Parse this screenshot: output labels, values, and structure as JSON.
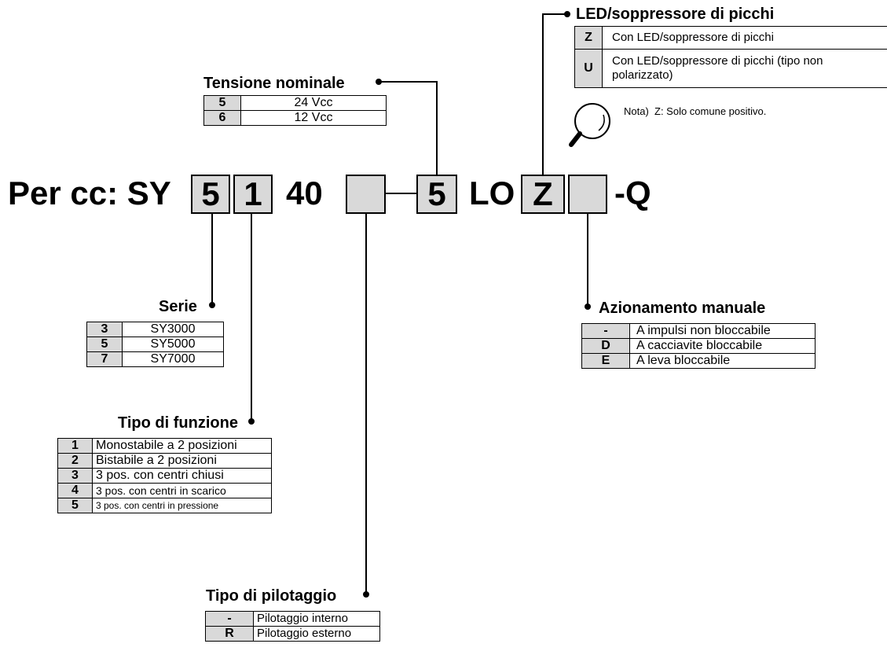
{
  "code": {
    "prefix": "Per cc: SY",
    "series_box": "5",
    "function_box": "1",
    "fixed_40": "40",
    "pilot_box": "",
    "voltage_box": "5",
    "fixed_lo": "LO",
    "led_box": "Z",
    "manual_box": "",
    "suffix": "-Q"
  },
  "voltage": {
    "title": "Tensione nominale",
    "rows": [
      {
        "code": "5",
        "label": "24 Vcc"
      },
      {
        "code": "6",
        "label": "12 Vcc"
      }
    ]
  },
  "led": {
    "title": "LED/soppressore di picchi",
    "rows": [
      {
        "code": "Z",
        "label": "Con LED/soppressore di picchi"
      },
      {
        "code": "U",
        "label": "Con LED/soppressore di picchi (tipo non polarizzato)"
      }
    ],
    "note": "Nota)  Z: Solo comune positivo."
  },
  "series": {
    "title": "Serie",
    "rows": [
      {
        "code": "3",
        "label": "SY3000"
      },
      {
        "code": "5",
        "label": "SY5000"
      },
      {
        "code": "7",
        "label": "SY7000"
      }
    ]
  },
  "function": {
    "title": "Tipo di funzione",
    "rows": [
      {
        "code": "1",
        "label": "Monostabile a 2 posizioni"
      },
      {
        "code": "2",
        "label": "Bistabile a 2 posizioni"
      },
      {
        "code": "3",
        "label": "3 pos. con centri chiusi"
      },
      {
        "code": "4",
        "label": "3 pos. con centri in scarico"
      },
      {
        "code": "5",
        "label": "3 pos. con centri in pressione"
      }
    ]
  },
  "manual": {
    "title": "Azionamento manuale",
    "rows": [
      {
        "code": "-",
        "label": "A impulsi non bloccabile"
      },
      {
        "code": "D",
        "label": "A cacciavite bloccabile"
      },
      {
        "code": "E",
        "label": "A leva bloccabile"
      }
    ]
  },
  "pilot": {
    "title": "Tipo di pilotaggio",
    "rows": [
      {
        "code": "-",
        "label": "Pilotaggio interno"
      },
      {
        "code": "R",
        "label": "Pilotaggio esterno"
      }
    ]
  }
}
